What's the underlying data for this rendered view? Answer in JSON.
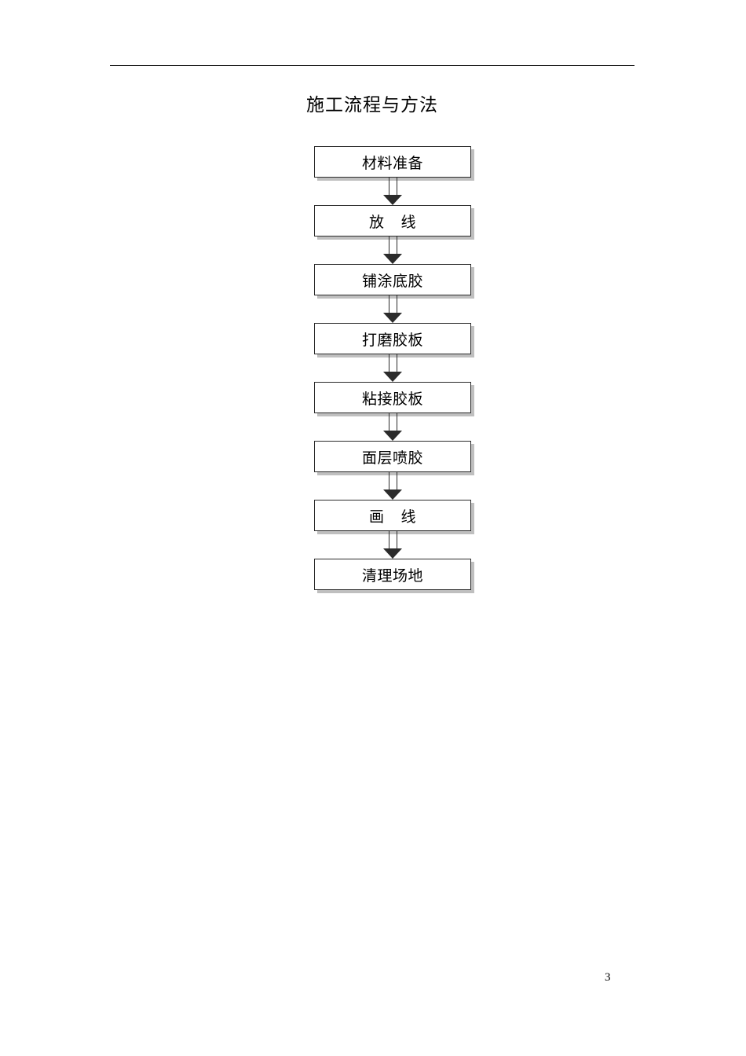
{
  "document": {
    "title": "施工流程与方法",
    "page_number": "3"
  },
  "flowchart": {
    "type": "flowchart",
    "orientation": "vertical",
    "connector": "down-arrow",
    "nodes": [
      {
        "label": "材料准备"
      },
      {
        "label": "放    线"
      },
      {
        "label": "铺涂底胶"
      },
      {
        "label": "打磨胶板"
      },
      {
        "label": "粘接胶板"
      },
      {
        "label": "面层喷胶"
      },
      {
        "label": "画    线"
      },
      {
        "label": "清理场地"
      }
    ]
  },
  "colors": {
    "border": "#2b2b2b",
    "shadow": "#bfbfbf",
    "background": "#ffffff",
    "text": "#000000"
  }
}
